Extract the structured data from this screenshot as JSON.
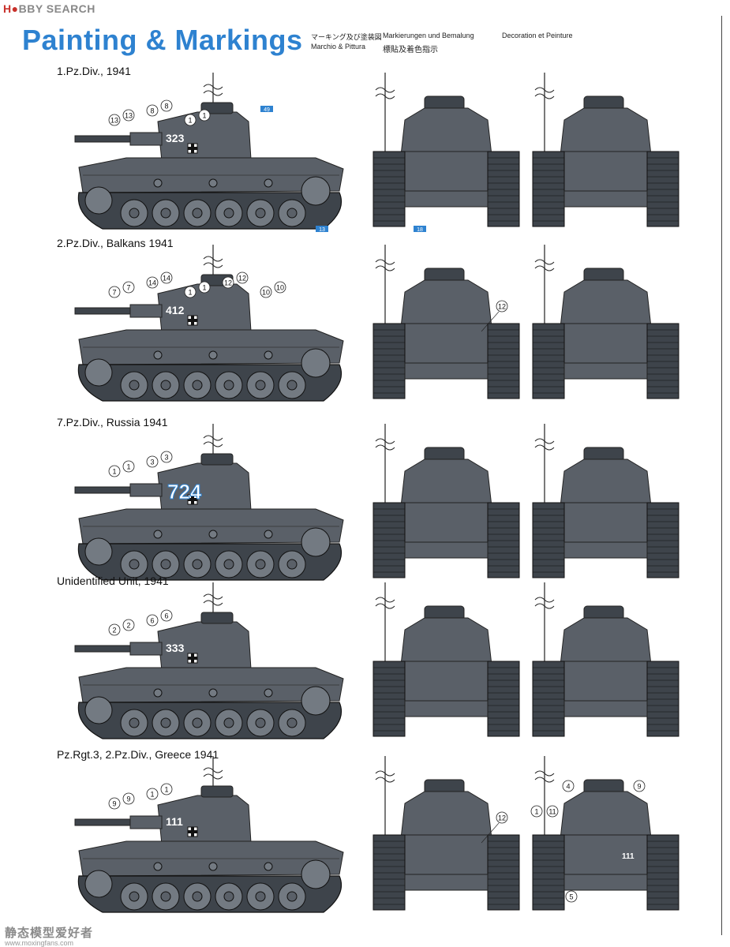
{
  "watermark": {
    "brand_a": "H",
    "brand_b": "BBY SEARCH"
  },
  "header": {
    "title": "Painting & Markings",
    "jp": "マーキング及び塗装図",
    "de": "Markierungen und Bemalung",
    "fr": "Decoration et Peinture",
    "it": "Marchio & Pittura",
    "cn": "標貼及着色指示"
  },
  "colors": {
    "tank": "#5a6068",
    "tank_dark": "#3e444b",
    "tank_light": "#737a82",
    "accent": "#2e82d0"
  },
  "sections": [
    {
      "label": "1.Pz.Div., 1941",
      "turret_number": "323",
      "callouts": [
        "13",
        "13",
        "8",
        "8",
        "1",
        "1"
      ],
      "front_callouts": [],
      "rear_callouts": [],
      "tags": [
        "49",
        "13",
        "18"
      ]
    },
    {
      "label": "2.Pz.Div., Balkans 1941",
      "turret_number": "412",
      "callouts": [
        "7",
        "7",
        "14",
        "14",
        "1",
        "1",
        "12",
        "12",
        "10",
        "10"
      ],
      "front_callouts": [
        "12"
      ],
      "rear_callouts": [],
      "tags": []
    },
    {
      "label": "7.Pz.Div., Russia 1941",
      "turret_number": "724",
      "callouts": [
        "1",
        "1",
        "3",
        "3"
      ],
      "front_callouts": [],
      "rear_callouts": [],
      "tags": []
    },
    {
      "label": "Unidentified Unit, 1941",
      "turret_number": "333",
      "callouts": [
        "2",
        "2",
        "6",
        "6"
      ],
      "front_callouts": [],
      "rear_callouts": [],
      "tags": []
    },
    {
      "label": "Pz.Rgt.3, 2.Pz.Div., Greece 1941",
      "turret_number": "111",
      "callouts": [
        "9",
        "9",
        "1",
        "1"
      ],
      "front_callouts": [
        "12"
      ],
      "rear_callouts": [
        "1",
        "11",
        "4",
        "9",
        "5"
      ],
      "rear_number": "111",
      "tags": []
    }
  ],
  "footer": {
    "site_cn": "静态模型爱好者",
    "site_url": "www.moxingfans.com"
  }
}
